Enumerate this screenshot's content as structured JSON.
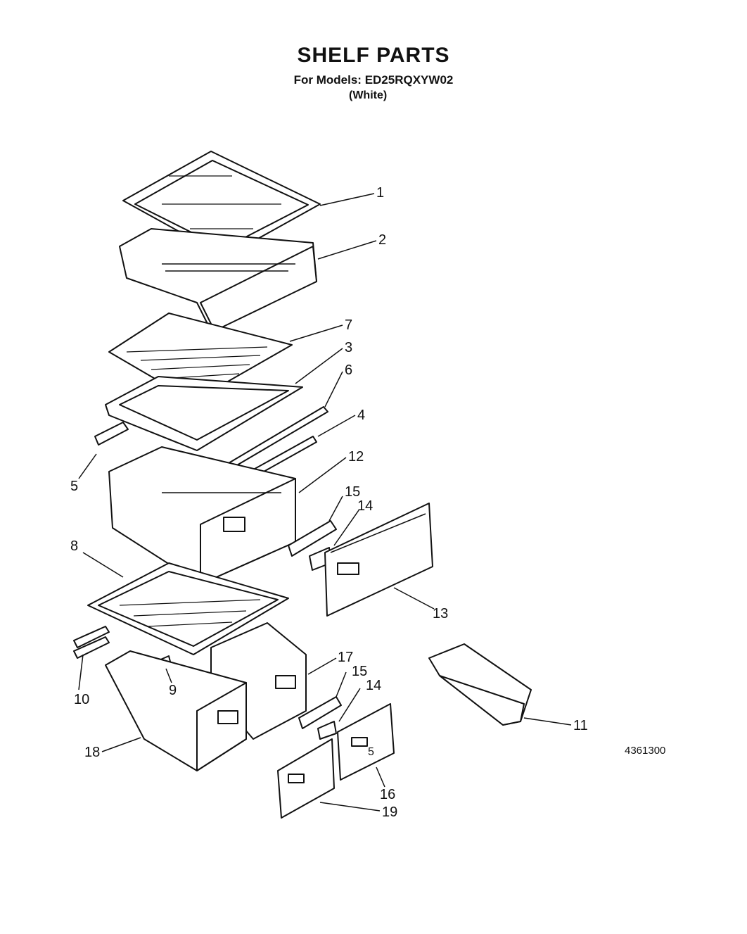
{
  "header": {
    "title": "SHELF PARTS",
    "models_line": "For Models: ED25RQXYW02",
    "color_note": "(White)"
  },
  "callouts": [
    "1",
    "2",
    "7",
    "3",
    "6",
    "4",
    "5",
    "12",
    "15",
    "14",
    "8",
    "13",
    "17",
    "15",
    "14",
    "10",
    "9",
    "11",
    "18",
    "16",
    "19"
  ],
  "footer": {
    "page_number": "5",
    "doc_number": "4361300"
  }
}
